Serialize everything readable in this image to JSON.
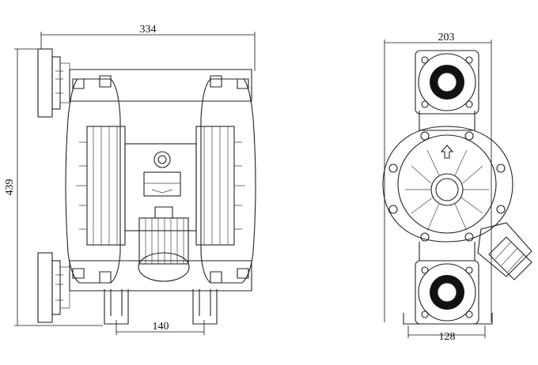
{
  "drawing": {
    "side_view": {
      "width_dimension": "334",
      "height_dimension": "439",
      "foot_spacing_dimension": "140"
    },
    "front_view": {
      "width_dimension": "203",
      "base_spacing_dimension": "128"
    }
  }
}
